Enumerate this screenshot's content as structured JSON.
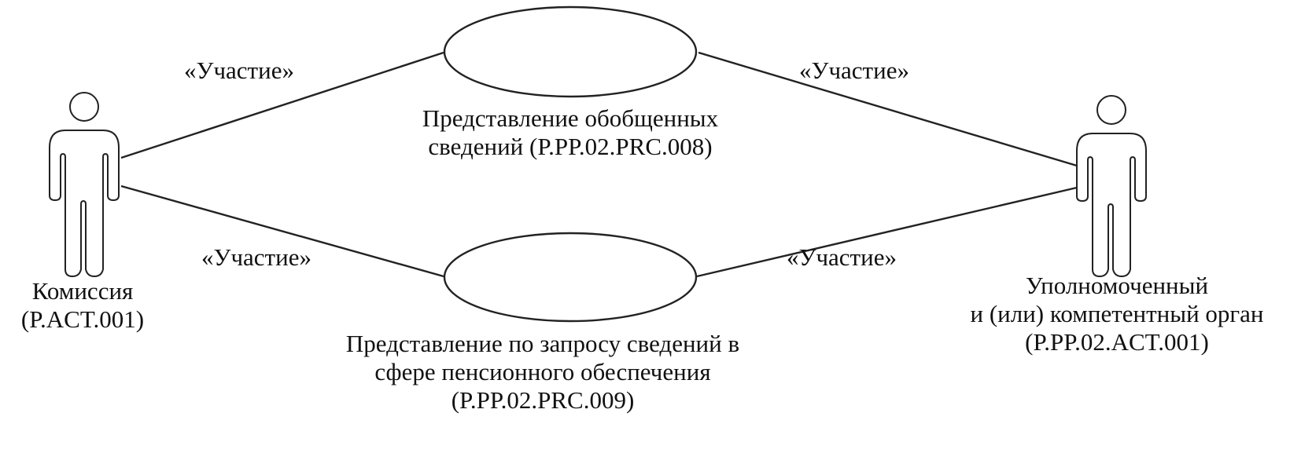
{
  "diagram": {
    "type": "uml-use-case",
    "actors": [
      {
        "id": "commission",
        "name": "Комиссия",
        "code": "(P.ACT.001)"
      },
      {
        "id": "authority",
        "line1": "Уполномоченный",
        "line2": "и (или) компетентный орган",
        "code": "(P.PP.02.ACT.001)"
      }
    ],
    "use_cases": [
      {
        "id": "prc008",
        "line1": "Представление обобщенных",
        "line2": "сведений (P.PP.02.PRC.008)"
      },
      {
        "id": "prc009",
        "line1": "Представление по запросу сведений в",
        "line2": "сфере пенсионного обеспечения",
        "line3": "(P.PP.02.PRC.009)"
      }
    ],
    "associations": [
      {
        "from": "commission",
        "to": "prc008",
        "label": "«Участие»"
      },
      {
        "from": "commission",
        "to": "prc009",
        "label": "«Участие»"
      },
      {
        "from": "authority",
        "to": "prc008",
        "label": "«Участие»"
      },
      {
        "from": "authority",
        "to": "prc009",
        "label": "«Участие»"
      }
    ]
  }
}
